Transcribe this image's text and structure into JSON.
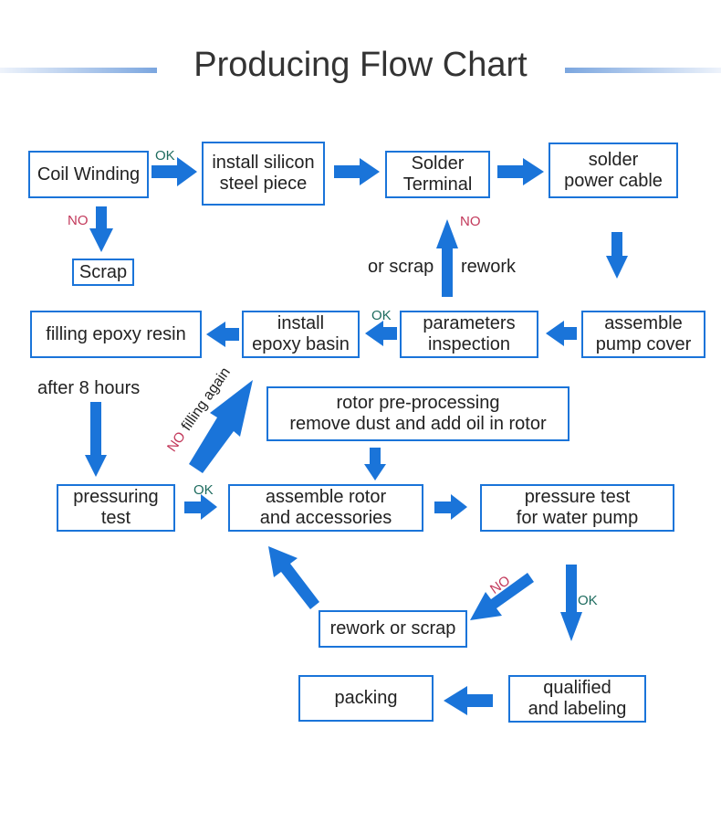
{
  "title": "Producing Flow Chart",
  "colors": {
    "box_border": "#1a74d9",
    "arrow": "#1a74d9",
    "ok": "#1d6b5e",
    "no": "#c2385a",
    "title": "#333333"
  },
  "nodes": {
    "coil_winding": "Coil Winding",
    "install_silicon": "install silicon\nsteel piece",
    "solder_terminal": "Solder\nTerminal",
    "solder_power_cable": "solder\npower cable",
    "scrap": "Scrap",
    "assemble_pump_cover": "assemble\npump cover",
    "parameters_inspection": "parameters\ninspection",
    "install_epoxy_basin": "install\nepoxy basin",
    "filling_epoxy_resin": "filling epoxy resin",
    "rotor_preprocessing": "rotor pre-processing\nremove dust and add oil in rotor",
    "pressuring_test": "pressuring\ntest",
    "assemble_rotor": "assemble rotor\nand accessories",
    "pressure_test_pump": "pressure test\nfor water pump",
    "rework_or_scrap": "rework or scrap",
    "qualified_labeling": "qualified\nand labeling",
    "packing": "packing"
  },
  "labels": {
    "ok": "OK",
    "no": "NO",
    "or_scrap": "or scrap",
    "rework": "rework",
    "after_8_hours": "after 8 hours",
    "filling_again": "filling again"
  }
}
